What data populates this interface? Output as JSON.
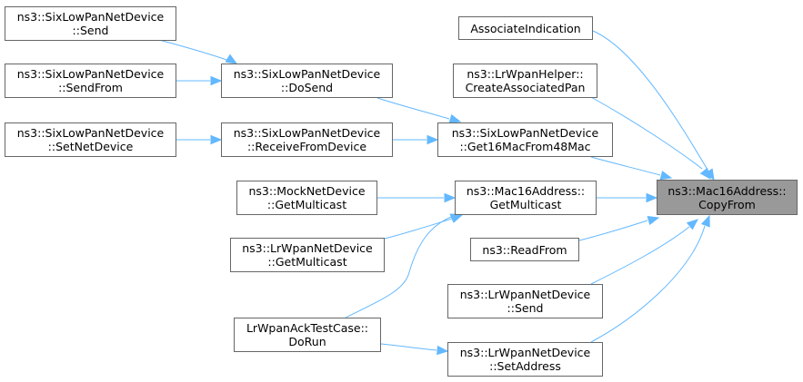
{
  "graph": {
    "focus": "n_copyfrom",
    "nodes": [
      {
        "id": "n_send_sixlow",
        "lines": [
          "ns3::SixLowPanNetDevice",
          "::Send"
        ]
      },
      {
        "id": "n_sendfrom",
        "lines": [
          "ns3::SixLowPanNetDevice",
          "::SendFrom"
        ]
      },
      {
        "id": "n_setnetdevice",
        "lines": [
          "ns3::SixLowPanNetDevice",
          "::SetNetDevice"
        ]
      },
      {
        "id": "n_dosend",
        "lines": [
          "ns3::SixLowPanNetDevice",
          "::DoSend"
        ]
      },
      {
        "id": "n_receivefromdevice",
        "lines": [
          "ns3::SixLowPanNetDevice",
          "::ReceiveFromDevice"
        ]
      },
      {
        "id": "n_mock_getmulticast",
        "lines": [
          "ns3::MockNetDevice",
          "::GetMulticast"
        ]
      },
      {
        "id": "n_lrwpan_getmulticast",
        "lines": [
          "ns3::LrWpanNetDevice",
          "::GetMulticast"
        ]
      },
      {
        "id": "n_doRun",
        "lines": [
          "LrWpanAckTestCase::",
          "DoRun"
        ]
      },
      {
        "id": "n_associate",
        "lines": [
          "AssociateIndication"
        ]
      },
      {
        "id": "n_createpan",
        "lines": [
          "ns3::LrWpanHelper::",
          "CreateAssociatedPan"
        ]
      },
      {
        "id": "n_get16mac",
        "lines": [
          "ns3::SixLowPanNetDevice",
          "::Get16MacFrom48Mac"
        ]
      },
      {
        "id": "n_mac16_getmulticast",
        "lines": [
          "ns3::Mac16Address::",
          "GetMulticast"
        ]
      },
      {
        "id": "n_readfrom",
        "lines": [
          "ns3::ReadFrom"
        ]
      },
      {
        "id": "n_lrwpan_send",
        "lines": [
          "ns3::LrWpanNetDevice",
          "::Send"
        ]
      },
      {
        "id": "n_setaddress",
        "lines": [
          "ns3::LrWpanNetDevice",
          "::SetAddress"
        ]
      },
      {
        "id": "n_copyfrom",
        "lines": [
          "ns3::Mac16Address::",
          "CopyFrom"
        ]
      }
    ],
    "edges": [
      {
        "from": "n_send_sixlow",
        "to": "n_dosend"
      },
      {
        "from": "n_sendfrom",
        "to": "n_dosend"
      },
      {
        "from": "n_setnetdevice",
        "to": "n_receivefromdevice"
      },
      {
        "from": "n_dosend",
        "to": "n_get16mac"
      },
      {
        "from": "n_receivefromdevice",
        "to": "n_get16mac"
      },
      {
        "from": "n_mock_getmulticast",
        "to": "n_mac16_getmulticast"
      },
      {
        "from": "n_lrwpan_getmulticast",
        "to": "n_mac16_getmulticast"
      },
      {
        "from": "n_doRun",
        "to": "n_mac16_getmulticast"
      },
      {
        "from": "n_doRun",
        "to": "n_setaddress"
      },
      {
        "from": "n_associate",
        "to": "n_copyfrom"
      },
      {
        "from": "n_createpan",
        "to": "n_copyfrom"
      },
      {
        "from": "n_get16mac",
        "to": "n_copyfrom"
      },
      {
        "from": "n_mac16_getmulticast",
        "to": "n_copyfrom"
      },
      {
        "from": "n_readfrom",
        "to": "n_copyfrom"
      },
      {
        "from": "n_lrwpan_send",
        "to": "n_copyfrom"
      },
      {
        "from": "n_setaddress",
        "to": "n_copyfrom"
      }
    ],
    "colors": {
      "edge": "#63b8ff",
      "node_border": "#666666",
      "focus_fill": "#999999"
    }
  }
}
